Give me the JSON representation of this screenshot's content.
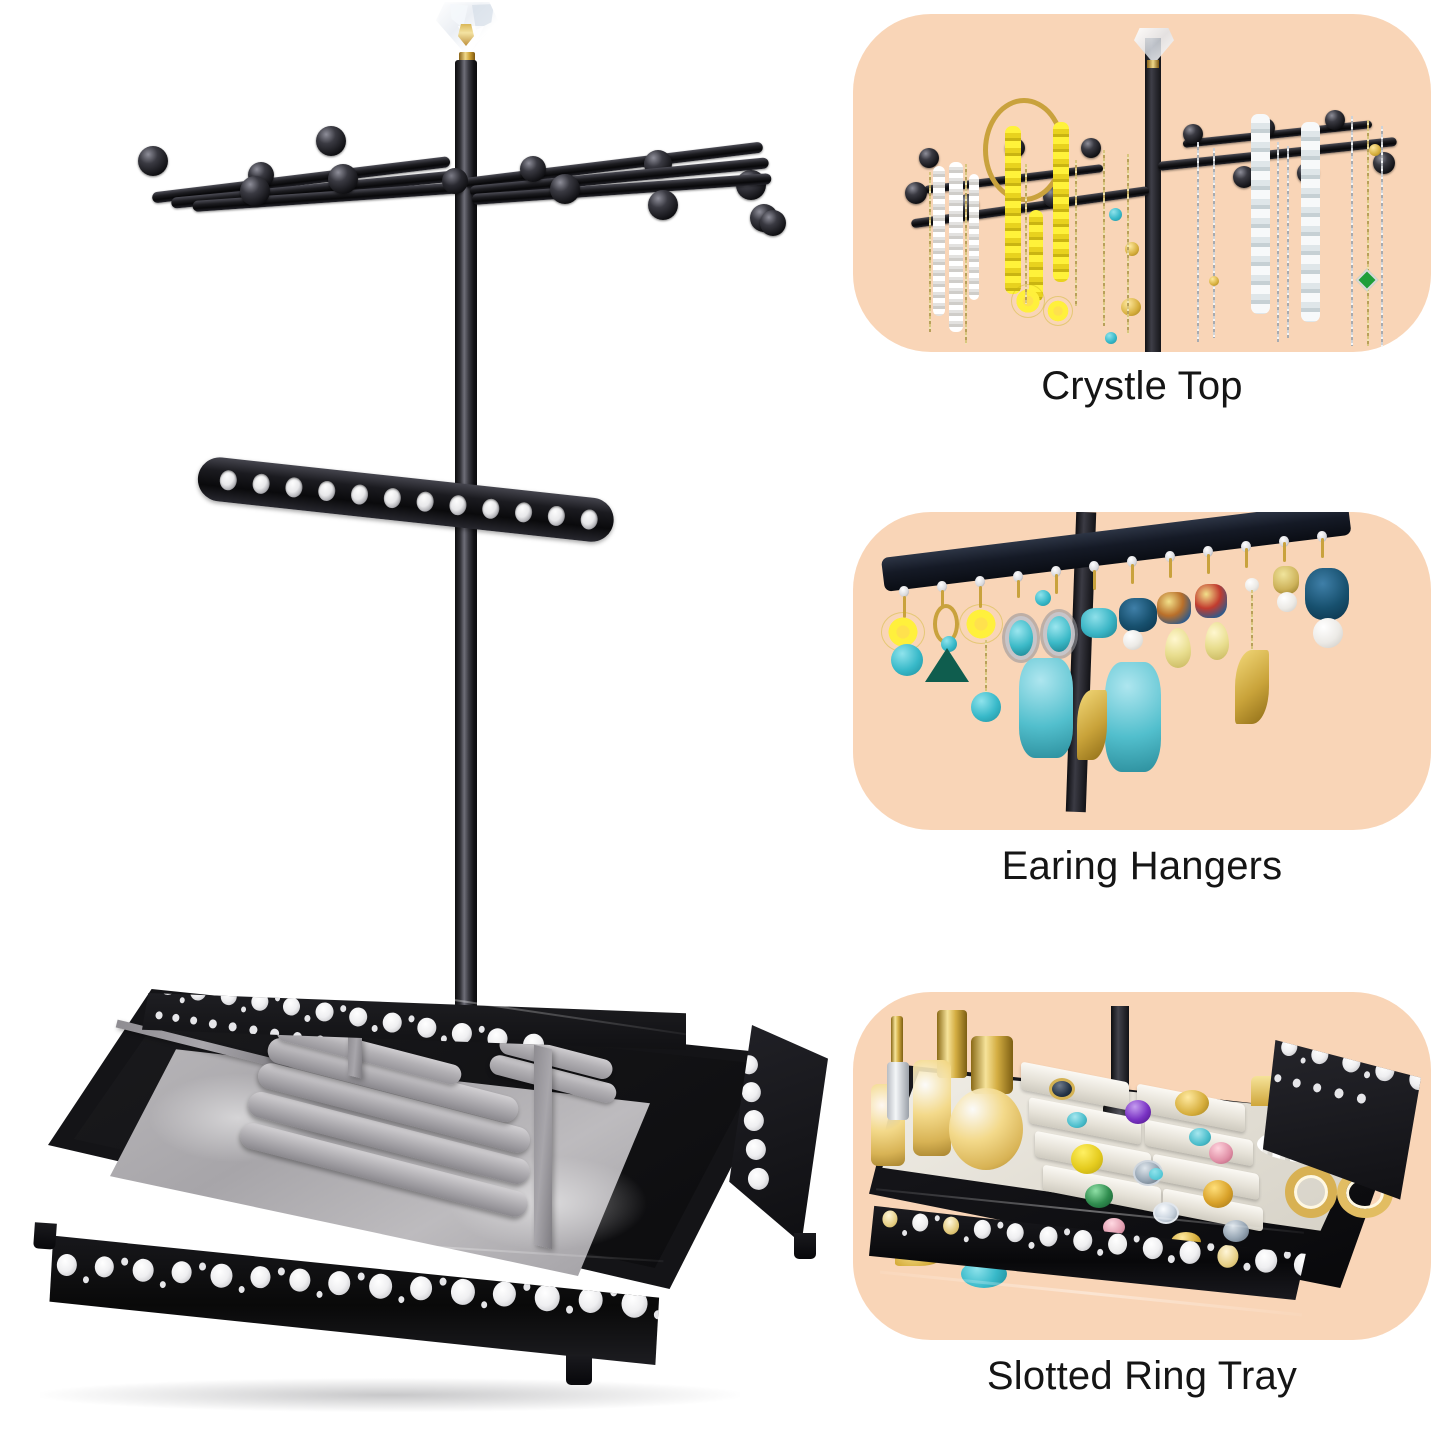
{
  "image": {
    "kind": "product-feature-collage",
    "product_name": "Jewelry Organizer Stand",
    "background_color": "#ffffff",
    "panel_background_color": "#f9d5b7",
    "caption_color": "#151515"
  },
  "hero": {
    "label": "jewelry-tree-stand-main-view",
    "parts": [
      {
        "name": "crystal-finial",
        "description": "faceted clear acrylic diamond top with gold collar"
      },
      {
        "name": "center-post",
        "description": "glossy black metal tube"
      },
      {
        "name": "necklace-arms",
        "description": "three crossing arms with 12 black ball-end hooks"
      },
      {
        "name": "earring-bar",
        "description": "black perforated bar with 12 holes"
      },
      {
        "name": "ring-tray-base",
        "description": "black lattice metal tray with grey velvet slotted insert"
      }
    ],
    "ball_hook_count": 12,
    "earring_hole_count": 12,
    "finish_color": "#0d0d0f",
    "velvet_color": "#b0aeb2"
  },
  "panels": [
    {
      "id": "panel-crystal-top",
      "caption": "Crystle Top",
      "scene": "necklaces, pearl strands, yellow bead necklace and bracelets hanging from the black ball-end arms under the crystal finial",
      "bg": "#f9d5b7"
    },
    {
      "id": "panel-earring-hangers",
      "caption": "Earing Hangers",
      "scene": "twelve pairs of earrings hooked through the holes of the black perforated bar",
      "bg": "#f9d5b7"
    },
    {
      "id": "panel-slotted-ring-tray",
      "caption": "Slotted Ring Tray",
      "scene": "black lattice tray holding perfume bottles, rings in white velvet slots, pearl necklace and gold bangles",
      "bg": "#f9d5b7"
    }
  ]
}
